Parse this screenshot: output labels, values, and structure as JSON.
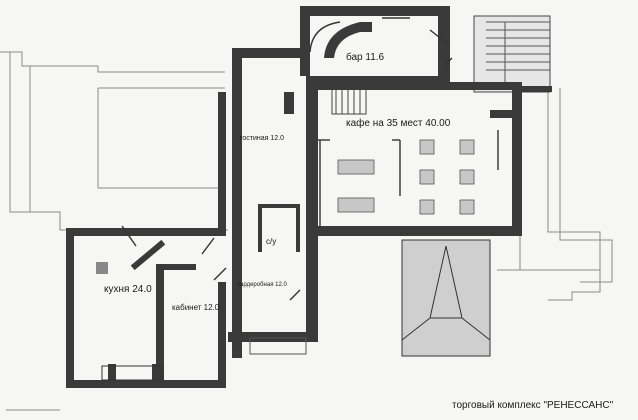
{
  "rooms": {
    "bar": "бар  11.6",
    "cafe": "кафе на 35 мест 40.00",
    "living": "гостиная 12.0",
    "wc": "с/у",
    "kitchen": "кухня 24.0",
    "office": "кабинет 12.0",
    "wardrobe": "гардеробная 12.0"
  },
  "caption": "торговый комплекс \"РЕНЕССАНС\""
}
